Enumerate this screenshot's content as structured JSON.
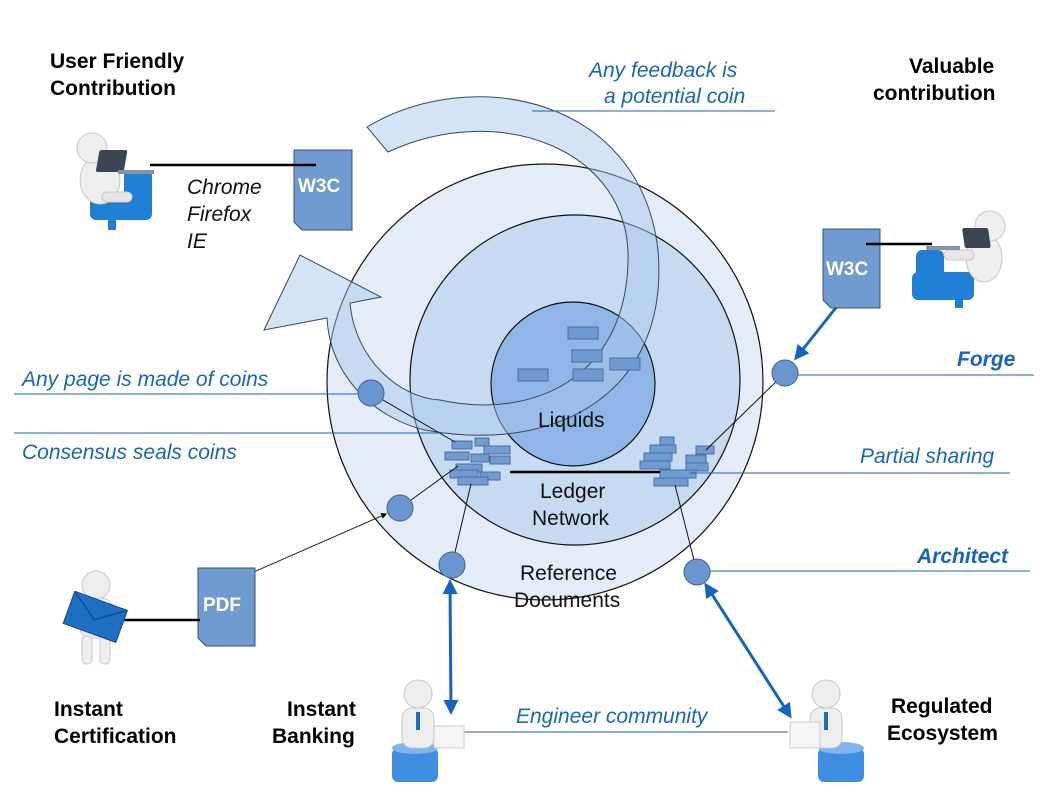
{
  "actors": {
    "user_friendly": [
      "User Friendly",
      "Contribution"
    ],
    "valuable": [
      "Valuable",
      "contribution"
    ],
    "instant_certification": [
      "Instant",
      "Certification"
    ],
    "instant_banking": [
      "Instant",
      "Banking"
    ],
    "regulated": [
      "Regulated",
      "Ecosystem"
    ]
  },
  "annotations": {
    "feedback": [
      "Any feedback is",
      "a potential coin"
    ],
    "page_coins": "Any page is made of coins",
    "consensus": "Consensus seals coins",
    "forge": "Forge",
    "partial_sharing": "Partial sharing",
    "architect": "Architect",
    "engineer_community": "Engineer community"
  },
  "browsers": [
    "Chrome",
    "Firefox",
    "IE"
  ],
  "rings": {
    "liquids": "Liquids",
    "ledger": [
      "Ledger",
      "Network"
    ],
    "reference": [
      "Reference",
      "Documents"
    ]
  },
  "documents": {
    "w3c_left": "W3C",
    "w3c_right": "W3C",
    "pdf": "PDF"
  },
  "colors": {
    "accent_blue": "#1565c0",
    "ring_outer": "#e3ecf7",
    "ring_middle": "#c6daf2",
    "ring_inner": "#8fb6e6",
    "document_fill": "#6f9bd1",
    "node_fill": "#6a96d0"
  }
}
